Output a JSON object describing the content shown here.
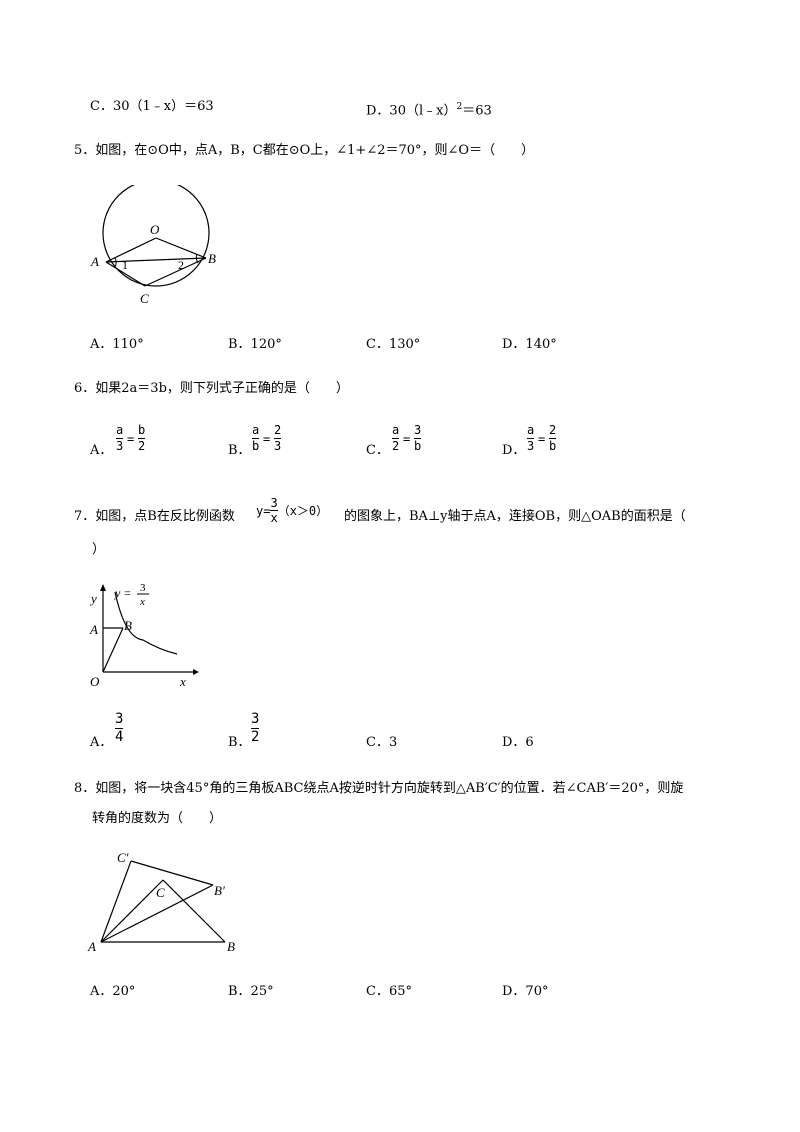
{
  "q4": {
    "optC": "C．30（1﹣x）＝63",
    "optD_pre": "D．30（l﹣x）",
    "optD_sup": "2",
    "optD_post": "＝63"
  },
  "q5": {
    "stem": "5．如图，在⊙O中，点A，B，C都在⊙O上，∠1+∠2＝70°，则∠O＝（　　）",
    "fig": {
      "O": "O",
      "A": "A",
      "B": "B",
      "C": "C",
      "one": "1",
      "two": "2"
    },
    "options": [
      "A．110°",
      "B．120°",
      "C．130°",
      "D．140°"
    ]
  },
  "q6": {
    "stem": "6．如果2a＝3b，则下列式子正确的是（　　）",
    "letters": [
      "A．",
      "B．",
      "C．",
      "D．"
    ],
    "fracs": [
      {
        "ln": "a",
        "ld": "3",
        "rn": "b",
        "rd": "2"
      },
      {
        "ln": "a",
        "ld": "b",
        "rn": "2",
        "rd": "3"
      },
      {
        "ln": "a",
        "ld": "2",
        "rn": "3",
        "rd": "b"
      },
      {
        "ln": "a",
        "ld": "3",
        "rn": "2",
        "rd": "b"
      }
    ],
    "eq": "="
  },
  "q7": {
    "stem_pre": "7．如图，点B在反比例函数",
    "formula": {
      "y": "y=",
      "num": "3",
      "den": "x",
      "cond": "（x＞0）"
    },
    "stem_post": "的图象上，BA⊥y轴于点A，连接OB，则△OAB的面积是（",
    "stem_line2": "）",
    "fig": {
      "y": "y",
      "x": "x",
      "O": "O",
      "A": "A",
      "B": "B",
      "curve_y": "y =",
      "curve_num": "3",
      "curve_den": "x"
    },
    "optA_letter": "A．",
    "optA_num": "3",
    "optA_den": "4",
    "optB_letter": "B．",
    "optB_num": "3",
    "optB_den": "2",
    "optC": "C．3",
    "optD": "D．6"
  },
  "q8": {
    "stem_line1": "8．如图，将一块含45°角的三角板ABC绕点A按逆时针方向旋转到△AB′C′的位置．若∠CAB′＝20°，则旋",
    "stem_line2": "转角的度数为（　　）",
    "fig": {
      "Cp": "C′",
      "C": "C",
      "Bp": "B′",
      "A": "A",
      "B": "B"
    },
    "options": [
      "A．20°",
      "B．25°",
      "C．65°",
      "D．70°"
    ]
  }
}
